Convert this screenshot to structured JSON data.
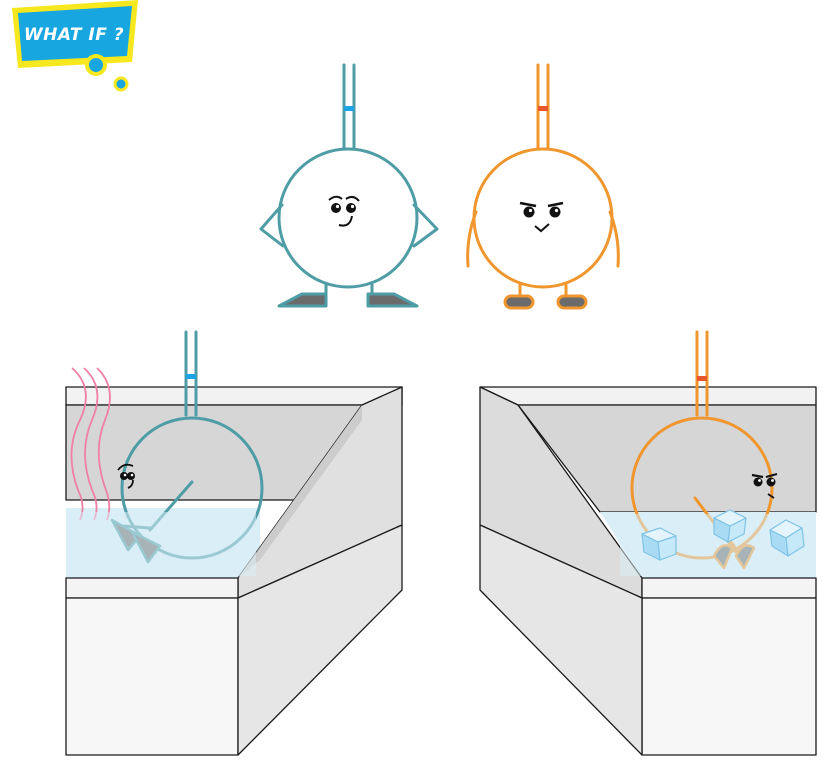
{
  "badge": {
    "label": "WHAT IF ?"
  },
  "colors": {
    "teal": "#4e9ca6",
    "orange": "#f0962e",
    "badge_blue": "#17a6e0",
    "badge_yellow": "#f6e71e",
    "steam_pink": "#ef7fa3",
    "water": "#d9eef6",
    "ice": "#bfe4f7",
    "tub_light": "#f2f2f2",
    "tub_mid": "#d9d9d9",
    "tub_inner": "#cfcfcf",
    "indicator_blue": "#1ca3e3",
    "indicator_red": "#e8562a"
  },
  "scenes": {
    "top": "characters-standing",
    "left": "hot-water-bath",
    "right": "ice-water-bath"
  }
}
